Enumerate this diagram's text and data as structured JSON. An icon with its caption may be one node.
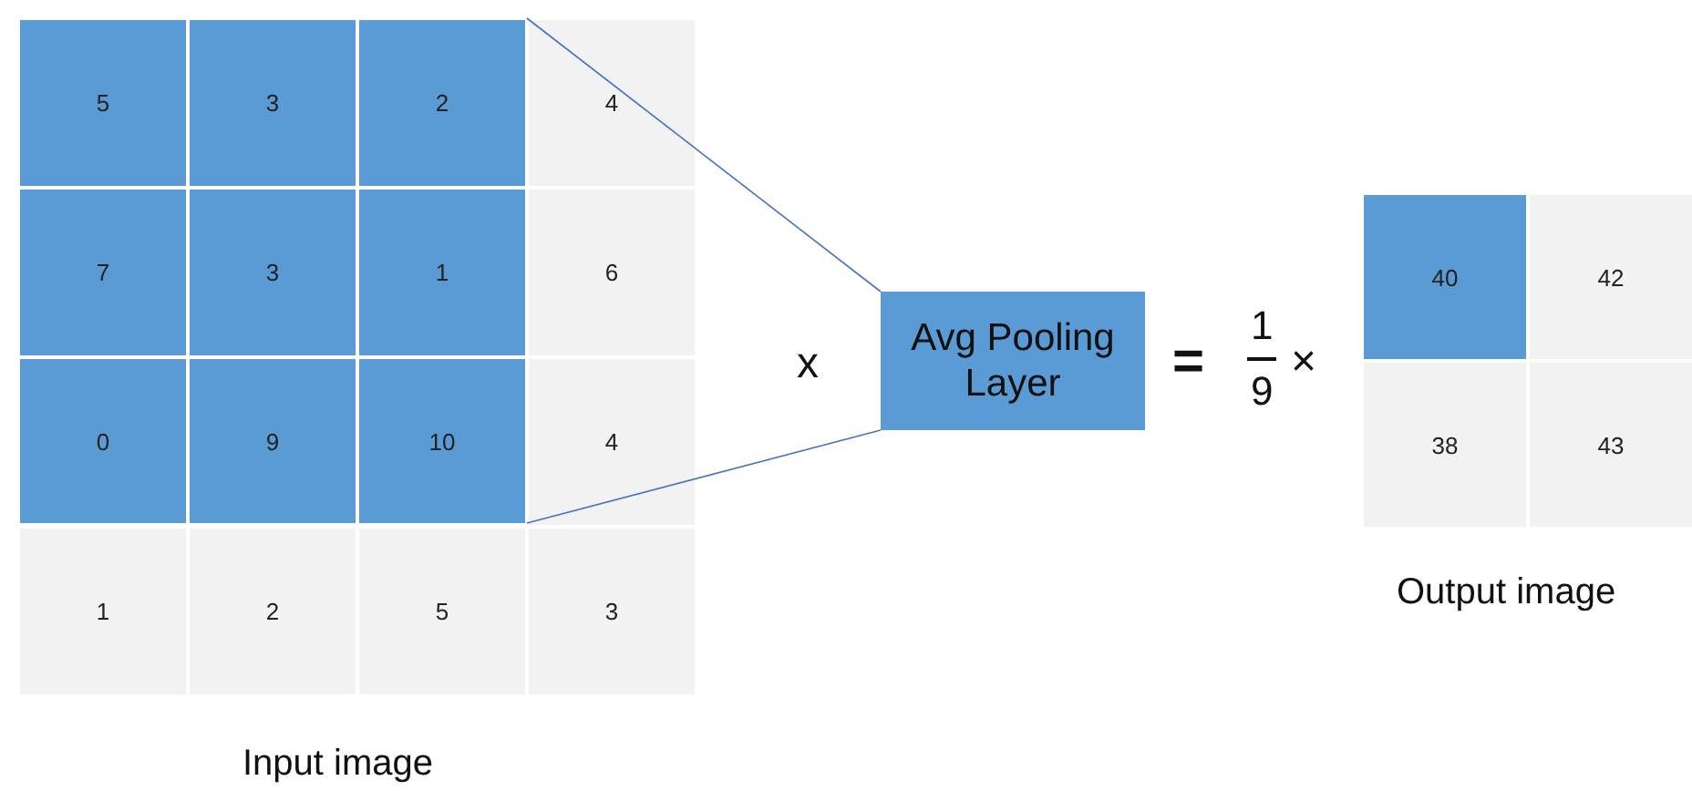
{
  "diagram": {
    "nodes": [
      {
        "text": [],
        "shape": "box"
      },
      {
        "text": [
          "Avg Pooling Layer"
        ]
      }
    ],
    "edges": [
      {
        "from": 0,
        "to": 1,
        "arrow": "none"
      },
      {
        "from": 0,
        "to": 1,
        "arrow": "none"
      }
    ],
    "labels": [
      "5",
      "3",
      "2",
      "4",
      "7",
      "3",
      "1",
      "6",
      "0",
      "9",
      "10",
      "4",
      "1",
      "2",
      "5",
      "3",
      "x",
      "=",
      "1",
      "9",
      "×",
      "40",
      "42",
      "38",
      "43",
      "Output image",
      "Input image"
    ]
  }
}
